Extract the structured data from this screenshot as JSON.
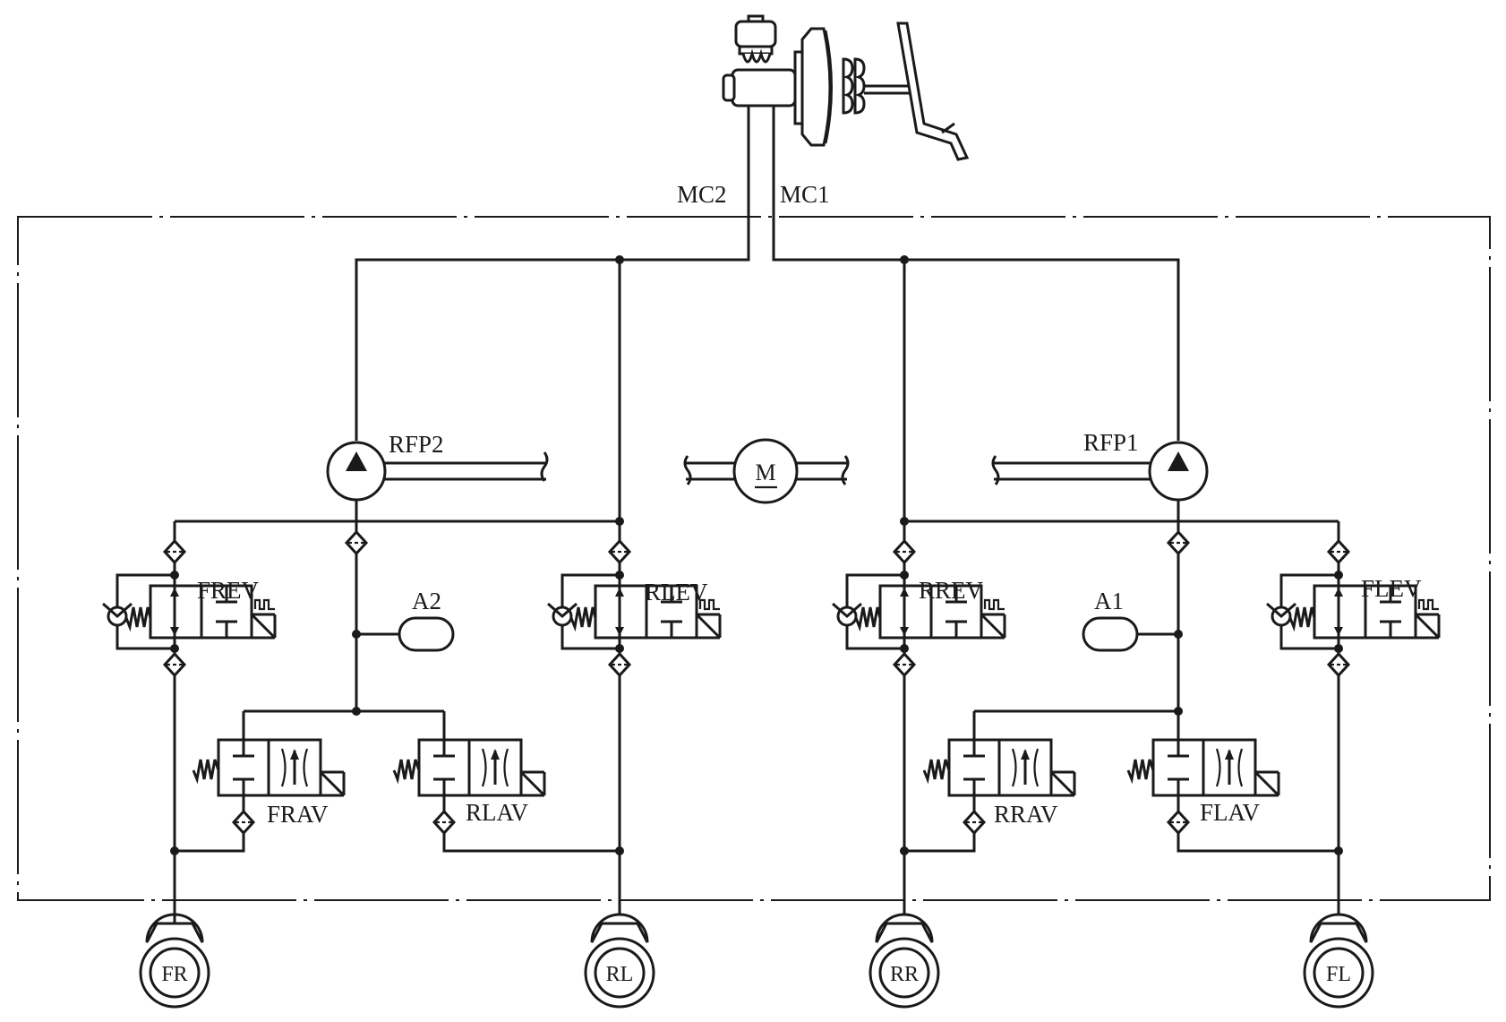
{
  "master_cylinder": {
    "mc2": "MC2",
    "mc1": "MC1"
  },
  "pumps": {
    "left": "RFP2",
    "right": "RFP1"
  },
  "motor": {
    "label": "M"
  },
  "accumulators": {
    "left": "A2",
    "right": "A1"
  },
  "inlet_valves": {
    "fr": "FREV",
    "rl": "RLEV",
    "rr": "RREV",
    "fl": "FLEV"
  },
  "outlet_valves": {
    "fr": "FRAV",
    "rl": "RLAV",
    "rr": "RRAV",
    "fl": "FLAV"
  },
  "wheels": {
    "fr": "FR",
    "rl": "RL",
    "rr": "RR",
    "fl": "FL"
  }
}
